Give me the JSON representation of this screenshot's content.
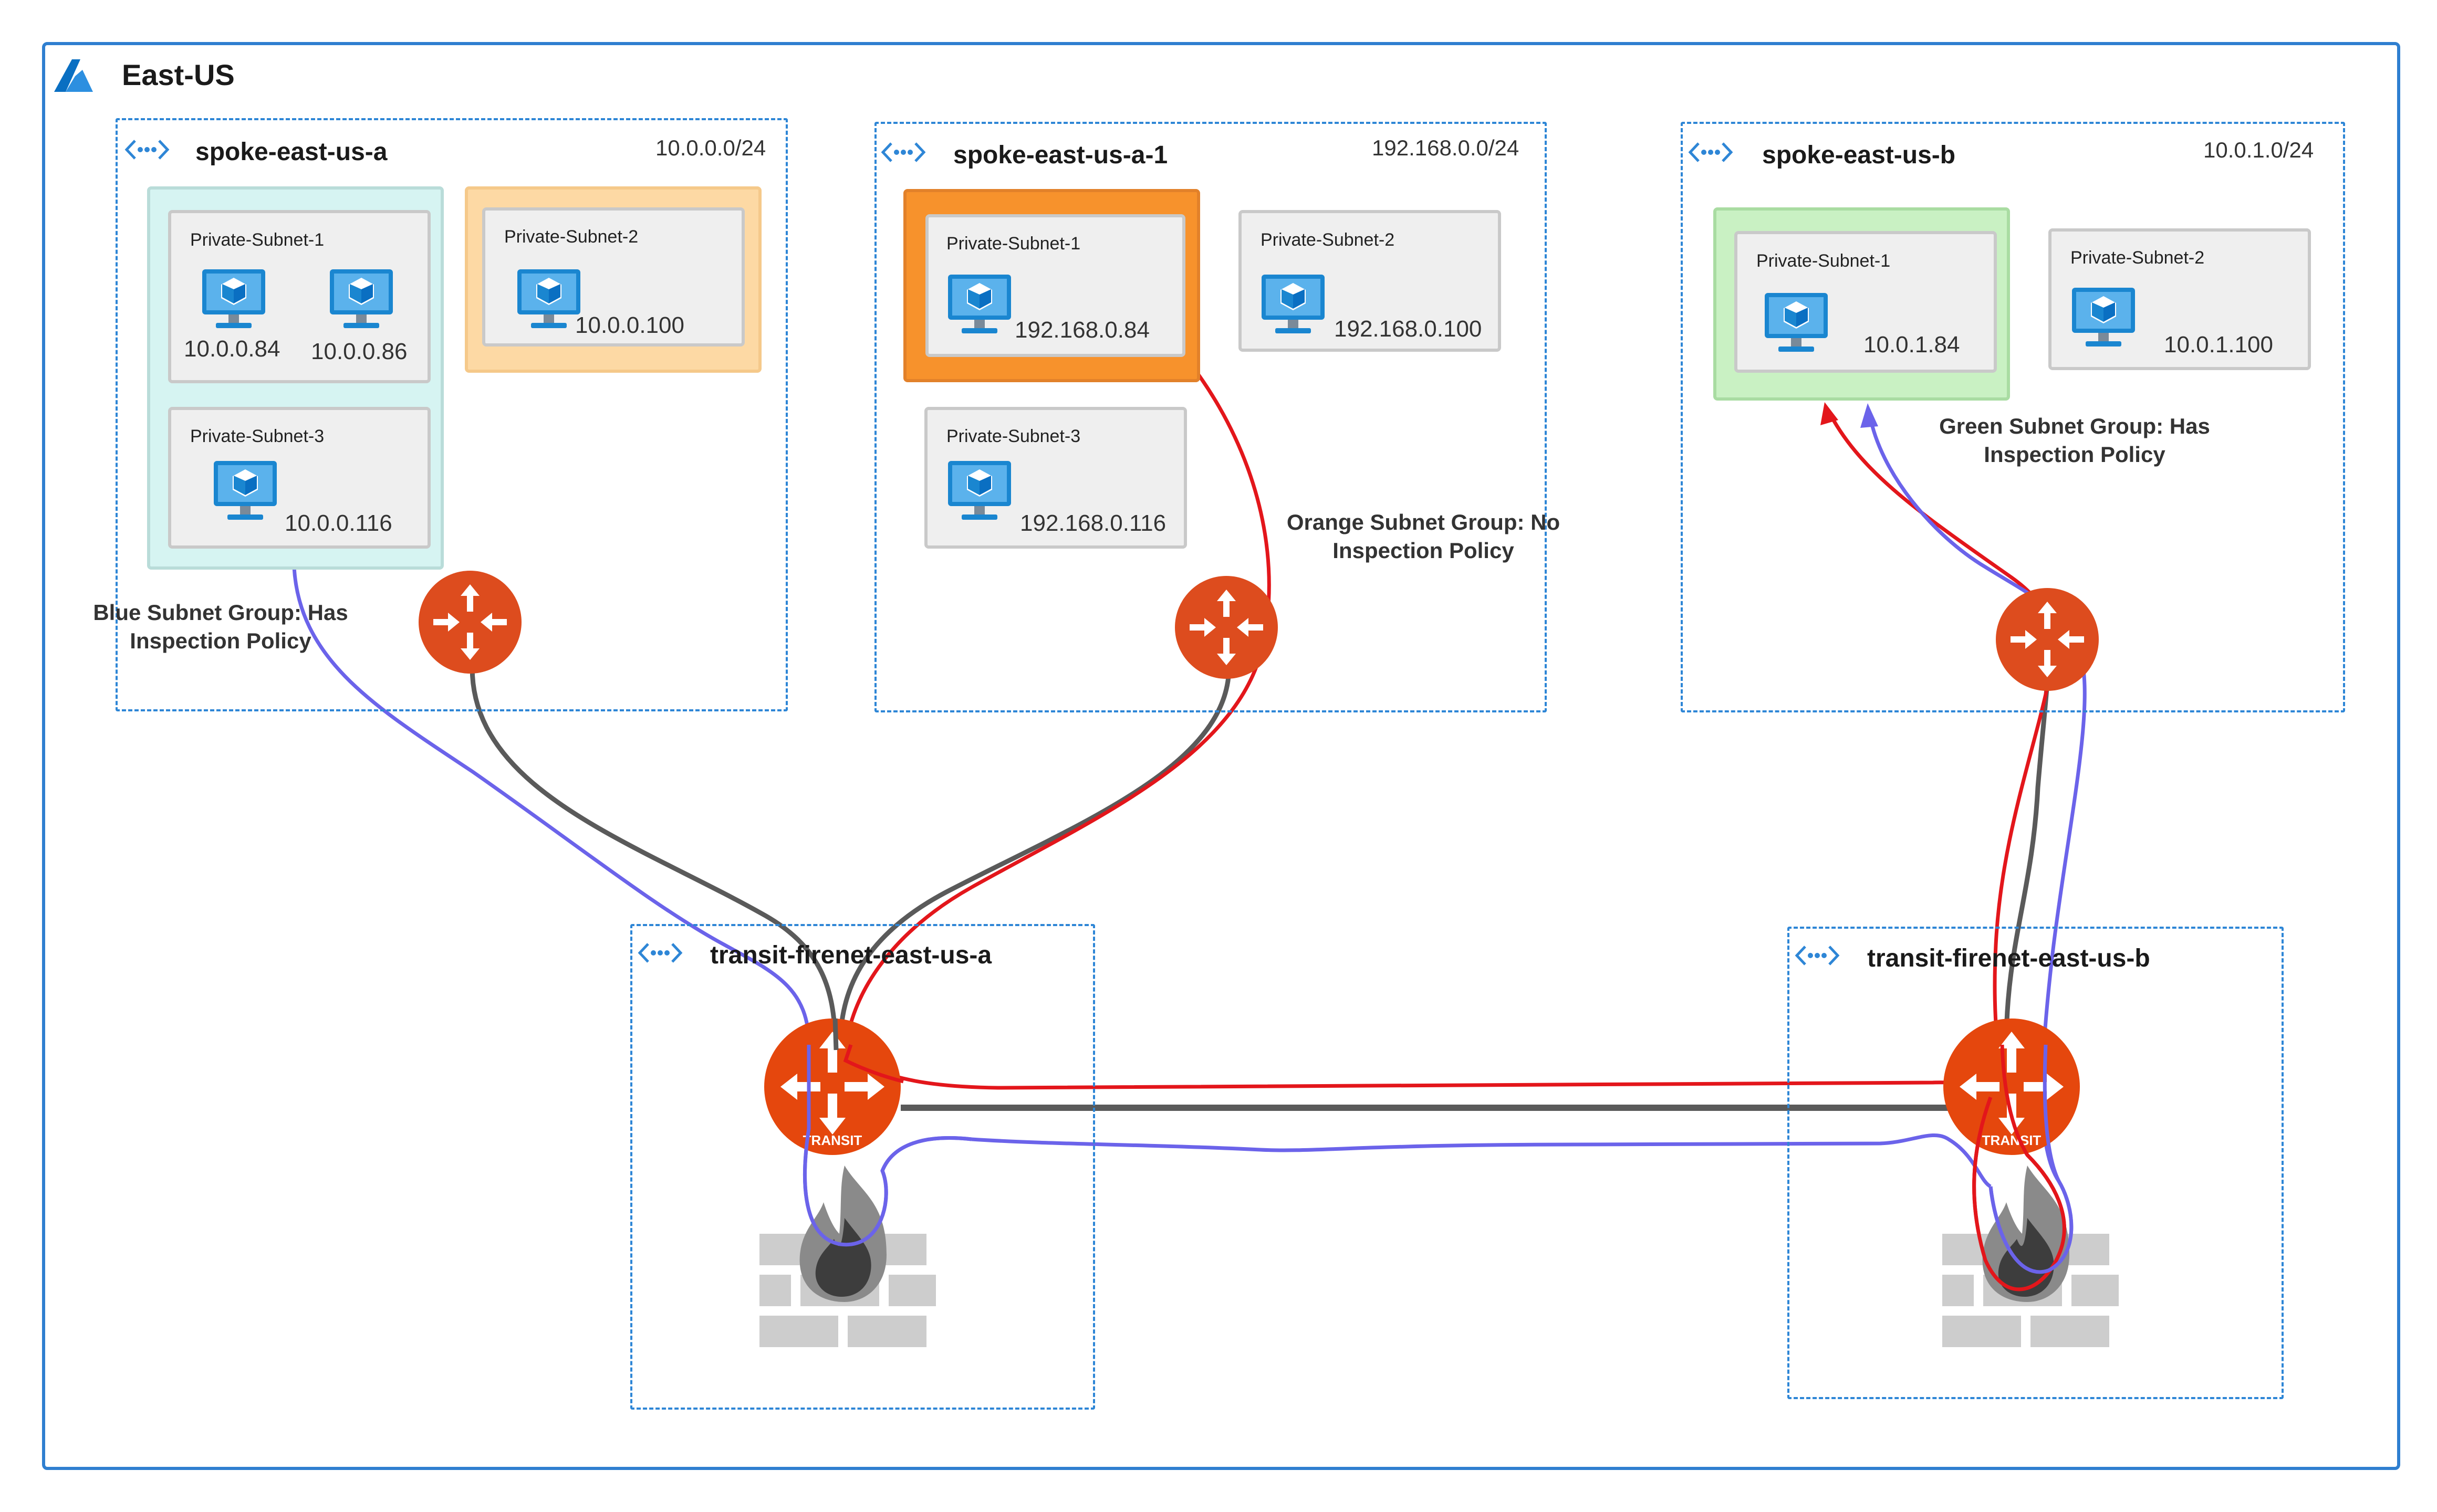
{
  "region": {
    "title": "East-US"
  },
  "spokes": [
    {
      "title": "spoke-east-us-a",
      "cidr": "10.0.0.0/24",
      "subnets": [
        {
          "name": "Private-Subnet-1",
          "ips": [
            "10.0.0.84",
            "10.0.0.86"
          ]
        },
        {
          "name": "Private-Subnet-2",
          "ips": [
            "10.0.0.100"
          ]
        },
        {
          "name": "Private-Subnet-3",
          "ips": [
            "10.0.0.116"
          ]
        }
      ],
      "group_note": "Blue Subnet Group: Has Inspection Policy"
    },
    {
      "title": "spoke-east-us-a-1",
      "cidr": "192.168.0.0/24",
      "subnets": [
        {
          "name": "Private-Subnet-1",
          "ips": [
            "192.168.0.84"
          ]
        },
        {
          "name": "Private-Subnet-2",
          "ips": [
            "192.168.0.100"
          ]
        },
        {
          "name": "Private-Subnet-3",
          "ips": [
            "192.168.0.116"
          ]
        }
      ],
      "group_note": "Orange Subnet Group: No Inspection Policy"
    },
    {
      "title": "spoke-east-us-b",
      "cidr": "10.0.1.0/24",
      "subnets": [
        {
          "name": "Private-Subnet-1",
          "ips": [
            "10.0.1.84"
          ]
        },
        {
          "name": "Private-Subnet-2",
          "ips": [
            "10.0.1.100"
          ]
        }
      ],
      "group_note": "Green Subnet Group: Has Inspection Policy"
    }
  ],
  "transits": [
    {
      "title": "transit-firenet-east-us-a",
      "badge": "TRANSIT"
    },
    {
      "title": "transit-firenet-east-us-b",
      "badge": "TRANSIT"
    }
  ],
  "colors": {
    "region_border": "#2f7fd0",
    "vnet_border": "#2e86d6",
    "blue_group_fill": "#d6f4f2",
    "blue_group_border": "#b9dcd9",
    "orange_group_fill": "#fdd9a4",
    "orange_group_border": "#f5c98a",
    "orange_group_active_fill": "#f7922c",
    "green_group_fill": "#c9f1c3",
    "green_group_border": "#a9dca2",
    "gateway": "#dd4c1e",
    "transit_gateway": "#e5470d",
    "path_blue": "#6b63ea",
    "path_red": "#e3161b",
    "path_gray": "#5a5a5a",
    "vm_icon": "#1a86d0",
    "firewall_brick": "#cdcdcd",
    "flame": "#5d5d5d"
  },
  "icons": [
    "azure-logo-icon",
    "vnet-peering-icon",
    "virtual-machine-icon",
    "spoke-gateway-icon",
    "transit-gateway-icon",
    "firewall-icon"
  ]
}
